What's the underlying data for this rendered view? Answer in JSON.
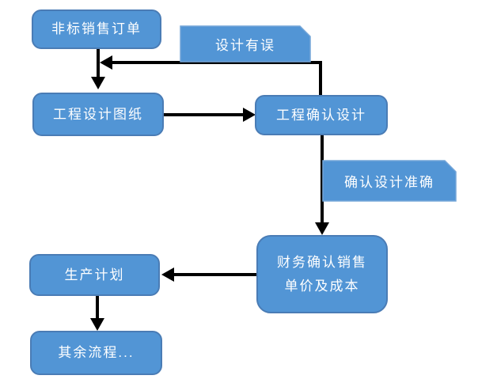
{
  "diagram": {
    "type": "flowchart",
    "background_color": "#ffffff",
    "colors": {
      "node_fill": "#5295d5",
      "node_border": "#4a7cb5",
      "label_node_border": "#74a5d8",
      "node_text": "#ffffff",
      "connector": "#000000"
    },
    "nodes": [
      {
        "id": "nonstandard-sales-order",
        "label": "非标销售订单",
        "shape": "rounded-rectangle"
      },
      {
        "id": "design-error",
        "label": "设计有误",
        "shape": "snip-corner-rectangle"
      },
      {
        "id": "engineering-design-drawing",
        "label": "工程设计图纸",
        "shape": "rounded-rectangle"
      },
      {
        "id": "engineering-confirm-design",
        "label": "工程确认设计",
        "shape": "rounded-rectangle"
      },
      {
        "id": "confirm-design-accurate",
        "label": "确认设计准确",
        "shape": "snip-corner-rectangle"
      },
      {
        "id": "finance-confirm-price-cost",
        "label": "财务确认销售\n单价及成本",
        "shape": "rounded-rectangle"
      },
      {
        "id": "production-plan",
        "label": "生产计划",
        "shape": "rounded-rectangle"
      },
      {
        "id": "remaining-process",
        "label": "其余流程...",
        "shape": "rounded-rectangle"
      }
    ],
    "edges": [
      {
        "from": "nonstandard-sales-order",
        "to": "engineering-design-drawing",
        "label": ""
      },
      {
        "from": "engineering-design-drawing",
        "to": "engineering-confirm-design",
        "label": ""
      },
      {
        "from": "engineering-confirm-design",
        "to": "engineering-design-drawing",
        "label": "设计有误"
      },
      {
        "from": "engineering-confirm-design",
        "to": "finance-confirm-price-cost",
        "label": "确认设计准确"
      },
      {
        "from": "finance-confirm-price-cost",
        "to": "production-plan",
        "label": ""
      },
      {
        "from": "production-plan",
        "to": "remaining-process",
        "label": ""
      }
    ]
  }
}
